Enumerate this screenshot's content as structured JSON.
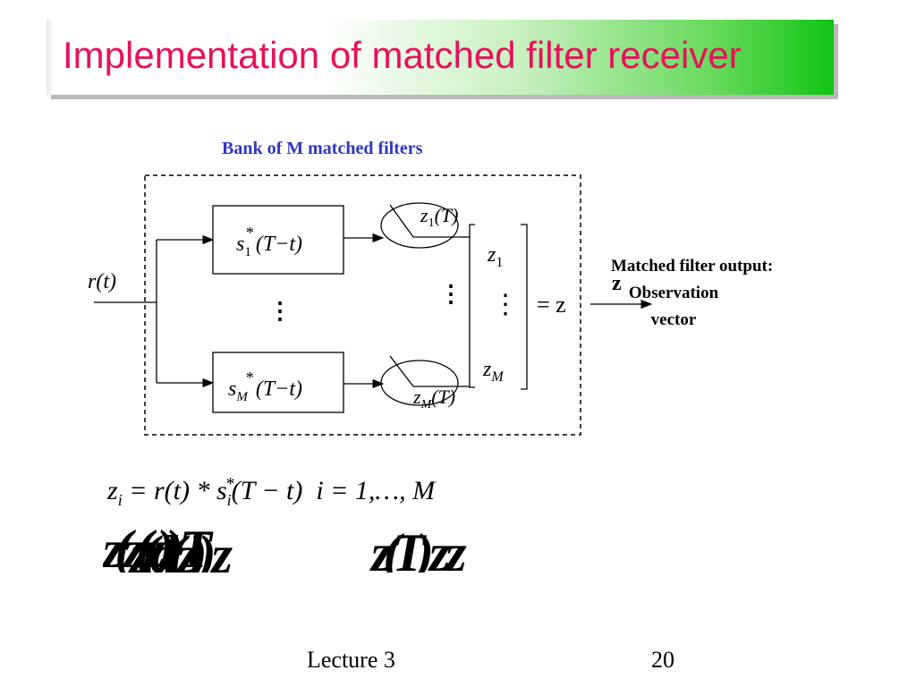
{
  "slide": {
    "title": "Implementation of matched filter receiver",
    "bank_label": "Bank of M matched filters",
    "output_label_line1": "Matched filter output:",
    "output_label_line2": "Observation",
    "output_label_line3": "vector",
    "output_vector_symbol": "z",
    "footer_lecture": "Lecture 3",
    "footer_page": "20"
  },
  "diagram": {
    "input_signal": "r(t)",
    "filter_top": {
      "base": "s",
      "sub": "1",
      "sup": "*",
      "arg": "(T−t)"
    },
    "filter_bottom": {
      "base": "s",
      "sub": "M",
      "sup": "*",
      "arg": "(T−t)"
    },
    "sample_top": {
      "base": "z",
      "sub": "1",
      "arg": "(T)"
    },
    "sample_bottom": {
      "base": "z",
      "sub": "M",
      "arg": "(T)"
    },
    "vector_top": {
      "base": "z",
      "sub": "1"
    },
    "vector_bottom": {
      "base": "z",
      "sub": "M"
    },
    "vector_equals": "= z",
    "dots": "⋮"
  },
  "equations": {
    "eq1_lhs": "z",
    "eq1_lhs_sub": "i",
    "eq1_eq": " = r(t) * s",
    "eq1_sup": "*",
    "eq1_sub2": "i",
    "eq1_arg": "(T − t)",
    "eq1_range": "i = 1,…, M",
    "eq2_garbled_a": "z(z(z)) T",
    "eq2_garbled_b": "z(d(z)) z",
    "eq2_garbled_c": "z(T) z z"
  },
  "colors": {
    "title": "#e8105a",
    "bank_label": "#2f36c4",
    "title_gradient_end": "#11c414"
  }
}
